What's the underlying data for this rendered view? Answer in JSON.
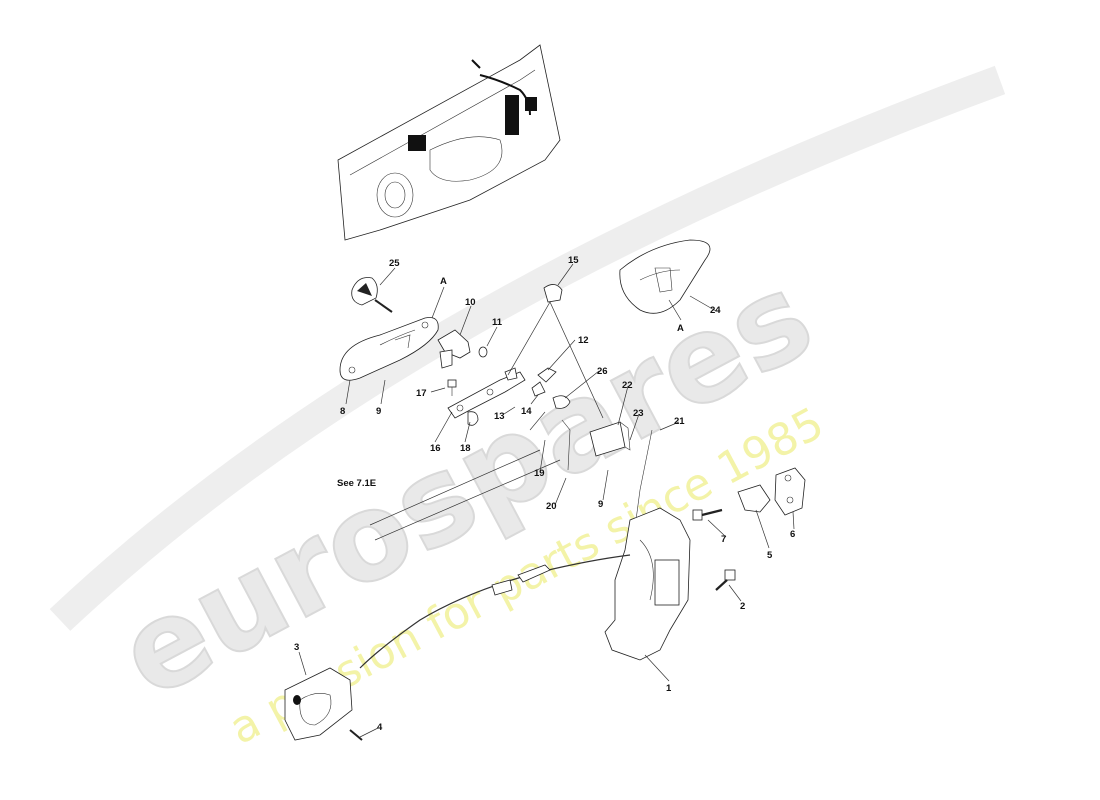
{
  "watermark": {
    "logo": "eurospares",
    "tagline": "a passion for parts since 1985",
    "logo_color": "#e6e6e6",
    "tagline_color": "#f3f3a8"
  },
  "reference_note": "See  7.1E",
  "view_marker": "A",
  "callouts": [
    "1",
    "2",
    "3",
    "4",
    "5",
    "6",
    "7",
    "8",
    "9",
    "10",
    "11",
    "12",
    "13",
    "14",
    "15",
    "16",
    "17",
    "18",
    "19",
    "20",
    "21",
    "22",
    "23",
    "24",
    "25",
    "26"
  ]
}
